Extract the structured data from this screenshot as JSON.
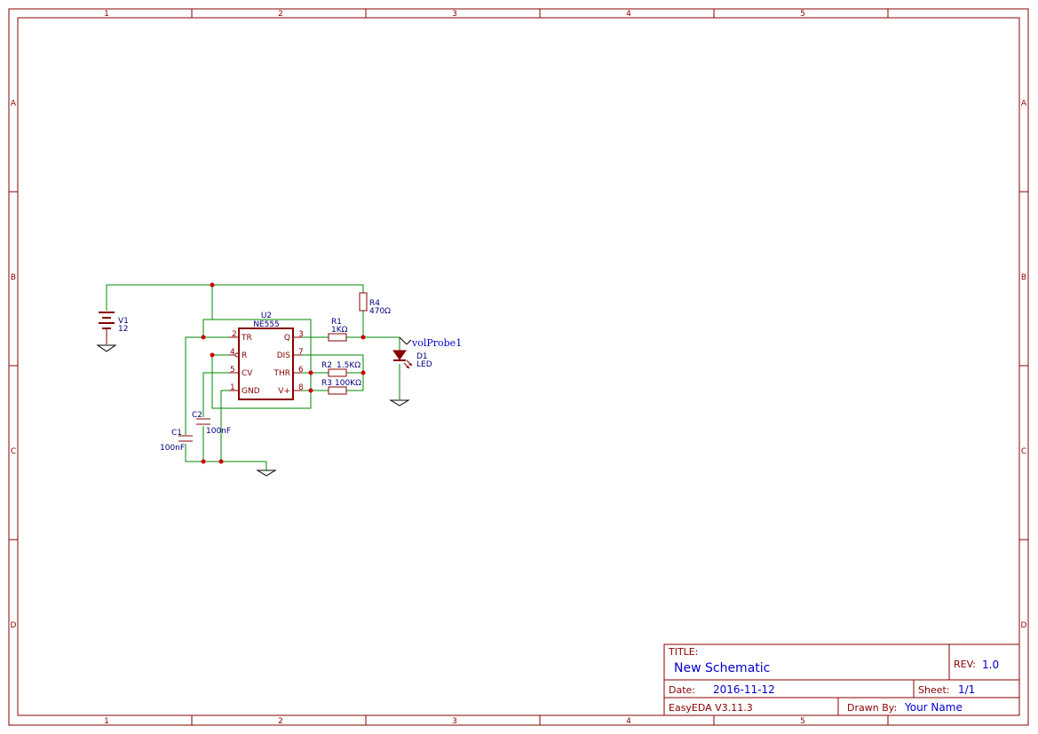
{
  "frame": {
    "columns": [
      "1",
      "2",
      "3",
      "4",
      "5"
    ],
    "rows": [
      "A",
      "B",
      "C",
      "D"
    ]
  },
  "components": {
    "v1": {
      "ref": "V1",
      "value": "12"
    },
    "u2": {
      "ref": "U2",
      "value": "NE555",
      "pins": {
        "tr": "TR",
        "r": "R",
        "cv": "CV",
        "gnd": "GND",
        "q": "Q",
        "dis": "DIS",
        "thr": "THR",
        "vplus": "V+"
      },
      "pin_numbers": {
        "tr": "2",
        "r": "4",
        "cv": "5",
        "gnd": "1",
        "q": "3",
        "dis": "7",
        "thr": "6",
        "vplus": "8"
      }
    },
    "r1": {
      "ref": "R1",
      "value": "1KΩ"
    },
    "r2": {
      "ref": "R2",
      "value": "1.5KΩ"
    },
    "r3": {
      "ref": "R3",
      "value": "100KΩ"
    },
    "r4": {
      "ref": "R4",
      "value": "470Ω"
    },
    "c1": {
      "ref": "C1",
      "value": "100nF"
    },
    "c2": {
      "ref": "C2",
      "value": "100nF"
    },
    "d1": {
      "ref": "D1",
      "value": "LED"
    },
    "probe": {
      "label": "volProbe1"
    }
  },
  "title_block": {
    "title_label": "TITLE:",
    "title_value": "New Schematic",
    "rev_label": "REV:",
    "rev_value": "1.0",
    "date_label": "Date:",
    "date_value": "2016-11-12",
    "sheet_label": "Sheet:",
    "sheet_value": "1/1",
    "software": "EasyEDA V3.11.3",
    "drawn_by_label": "Drawn By:",
    "drawn_by_value": "Your Name"
  },
  "colors": {
    "frame": "#880000",
    "wire": "#008800",
    "junction": "#cc0000",
    "label_text": "#000080",
    "title_text": "#0000cc"
  }
}
